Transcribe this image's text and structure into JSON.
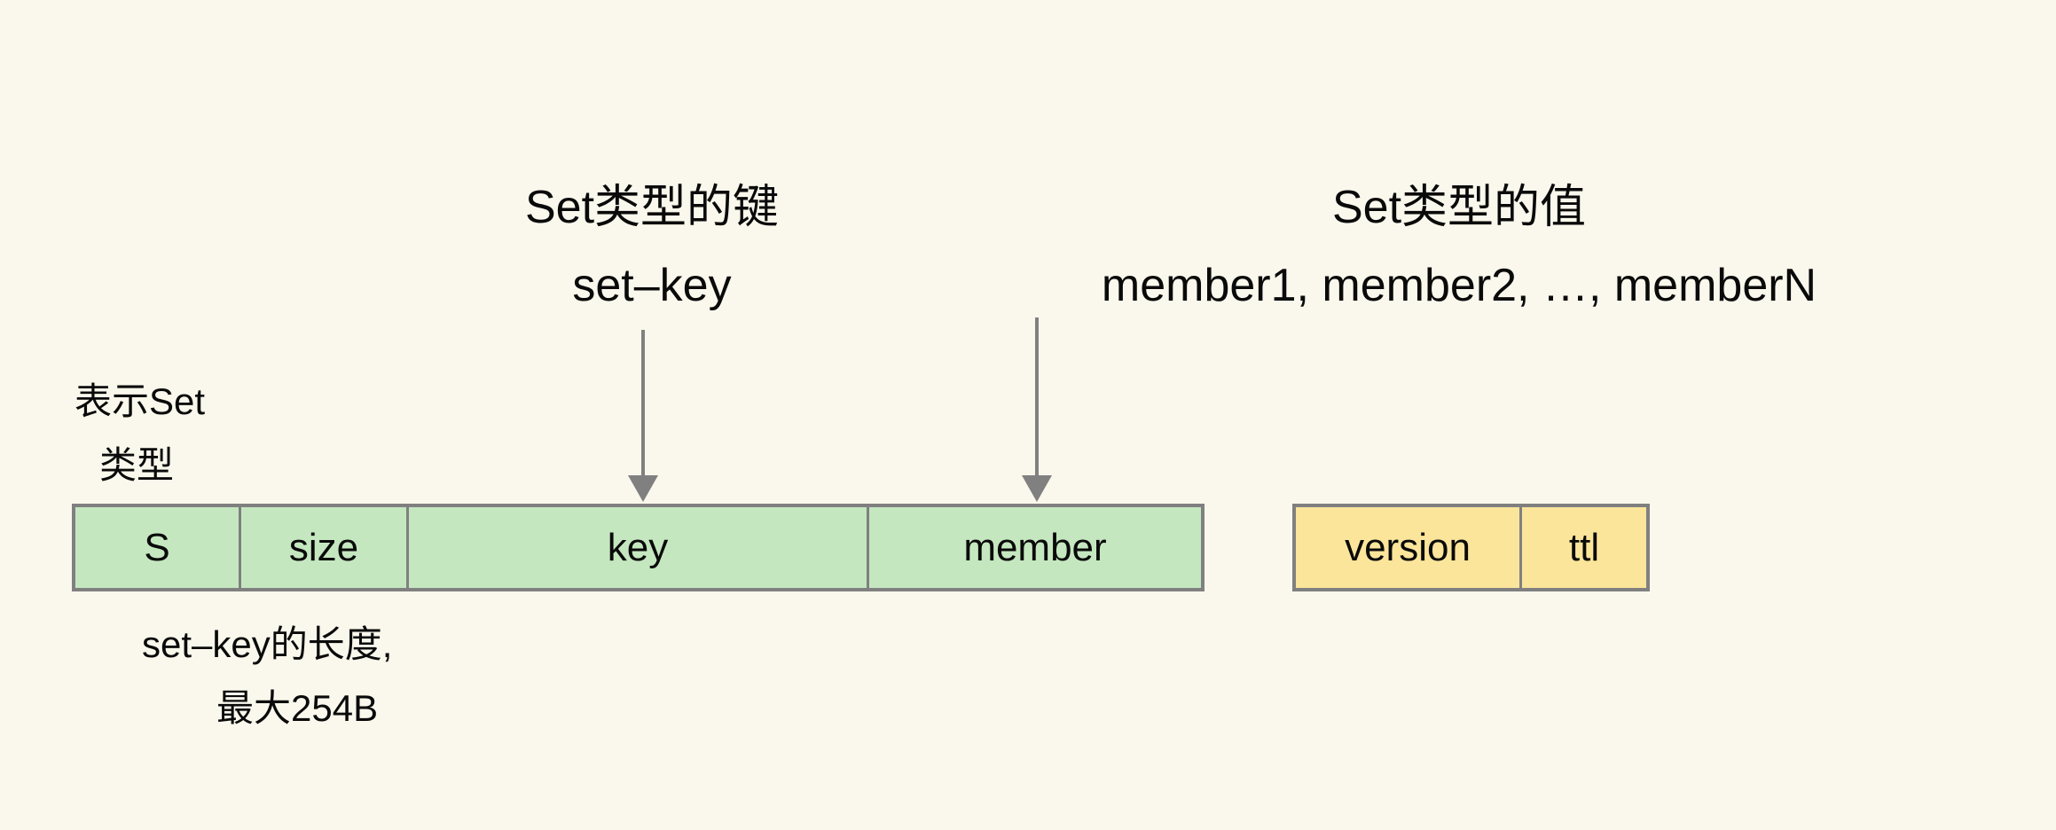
{
  "diagram": {
    "title": "Redis Set type key-value storage layout",
    "background_color": "#faf8ec",
    "border_color": "#808080",
    "green_fill": "#c5e7c0",
    "yellow_fill": "#fbe59b",
    "text_color": "#0a0a0a"
  },
  "callouts": [
    {
      "id": "key-callout",
      "heading": "Set类型的键",
      "detail": "set–key",
      "points_to": "key"
    },
    {
      "id": "value-callout",
      "heading": "Set类型的值",
      "detail": "member1, member2, …, memberN",
      "points_to": "member"
    }
  ],
  "annotations": {
    "type_marker": {
      "line1": "表示Set",
      "line2": "类型"
    },
    "size_note": {
      "line1": "set–key的长度,",
      "line2": "最大254B"
    }
  },
  "key_record": {
    "name": "encoded-key-record",
    "fields": [
      {
        "label": "S"
      },
      {
        "label": "size"
      },
      {
        "label": "key"
      },
      {
        "label": "member"
      }
    ]
  },
  "meta_record": {
    "name": "metadata-record",
    "fields": [
      {
        "label": "version"
      },
      {
        "label": "ttl"
      }
    ]
  }
}
